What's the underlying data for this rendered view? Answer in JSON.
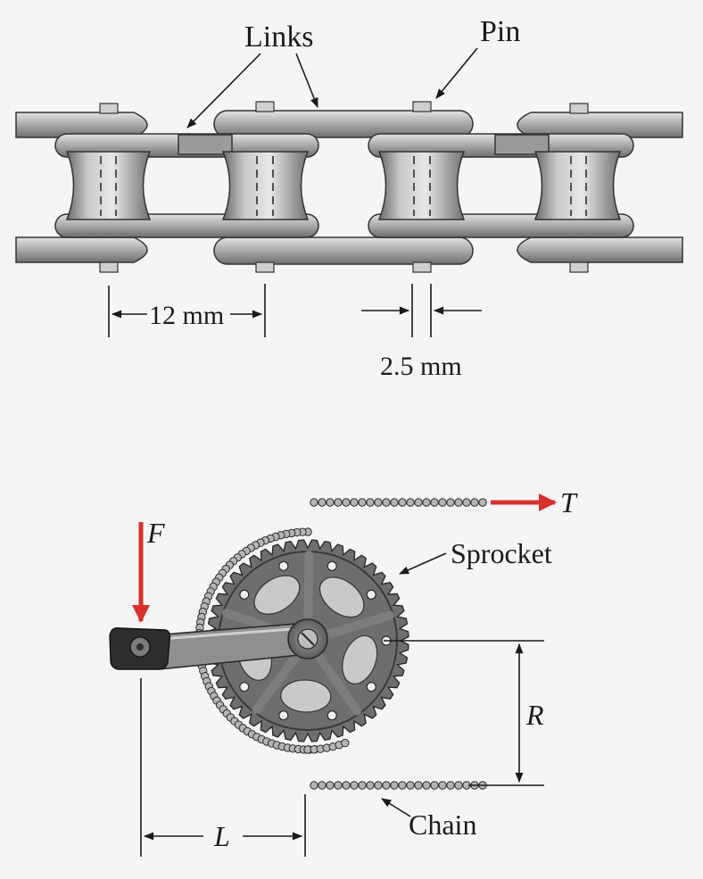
{
  "figure": {
    "chain_detail": {
      "label_links": "Links",
      "label_pin": "Pin",
      "dim_pitch": "12 mm",
      "dim_pin_diameter": "2.5 mm"
    },
    "sprocket_assembly": {
      "label_force": "F",
      "label_tension": "T",
      "label_sprocket": "Sprocket",
      "label_radius": "R",
      "label_chain": "Chain",
      "label_arm_length": "L"
    },
    "colors": {
      "force_arrow": "#d8302b",
      "metal_dark": "#5a5a5a",
      "metal_mid": "#9a9a9a",
      "metal_light": "#d4d4d4",
      "background": "#f4f5f4"
    }
  }
}
